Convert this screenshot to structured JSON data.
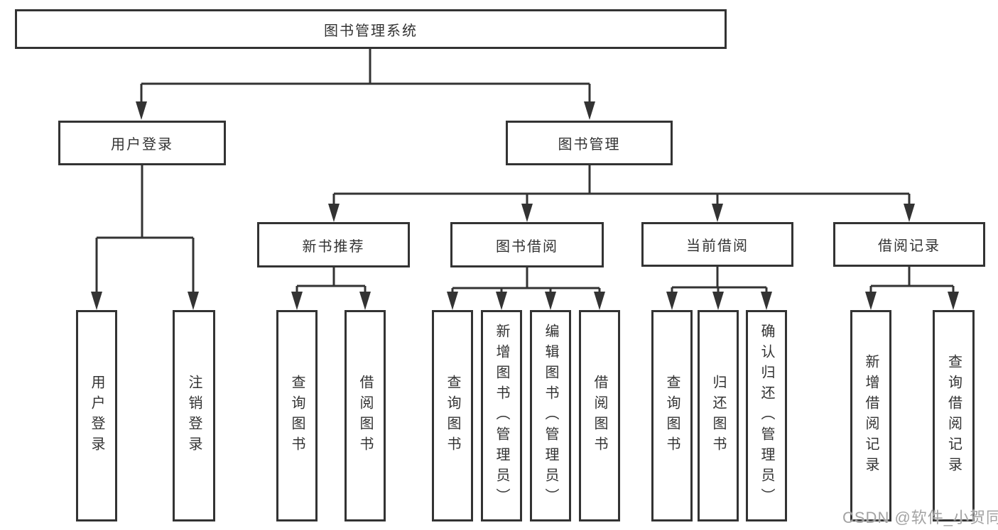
{
  "tree": {
    "label": "图书管理系统",
    "children": [
      {
        "label": "用户登录",
        "children": [
          {
            "label": "用户登录"
          },
          {
            "label": "注销登录"
          }
        ]
      },
      {
        "label": "图书管理",
        "children": [
          {
            "label": "新书推荐",
            "children": [
              {
                "label": "查询图书"
              },
              {
                "label": "借阅图书"
              }
            ]
          },
          {
            "label": "图书借阅",
            "children": [
              {
                "label": "查询图书"
              },
              {
                "label": "新增图书（管理员）"
              },
              {
                "label": "编辑图书（管理员）"
              },
              {
                "label": "借阅图书"
              }
            ]
          },
          {
            "label": "当前借阅",
            "children": [
              {
                "label": "查询图书"
              },
              {
                "label": "归还图书"
              },
              {
                "label": "确认归还（管理员）"
              }
            ]
          },
          {
            "label": "借阅记录",
            "children": [
              {
                "label": "新增借阅记录"
              },
              {
                "label": "查询借阅记录"
              }
            ]
          }
        ]
      }
    ]
  },
  "watermark": {
    "text": "CSDN @软件_小贺同学"
  },
  "colors": {
    "line": "#333333",
    "text": "#333333",
    "box_background": "#ffffff",
    "watermark": "#a3a3a3",
    "background": "#ffffff"
  }
}
